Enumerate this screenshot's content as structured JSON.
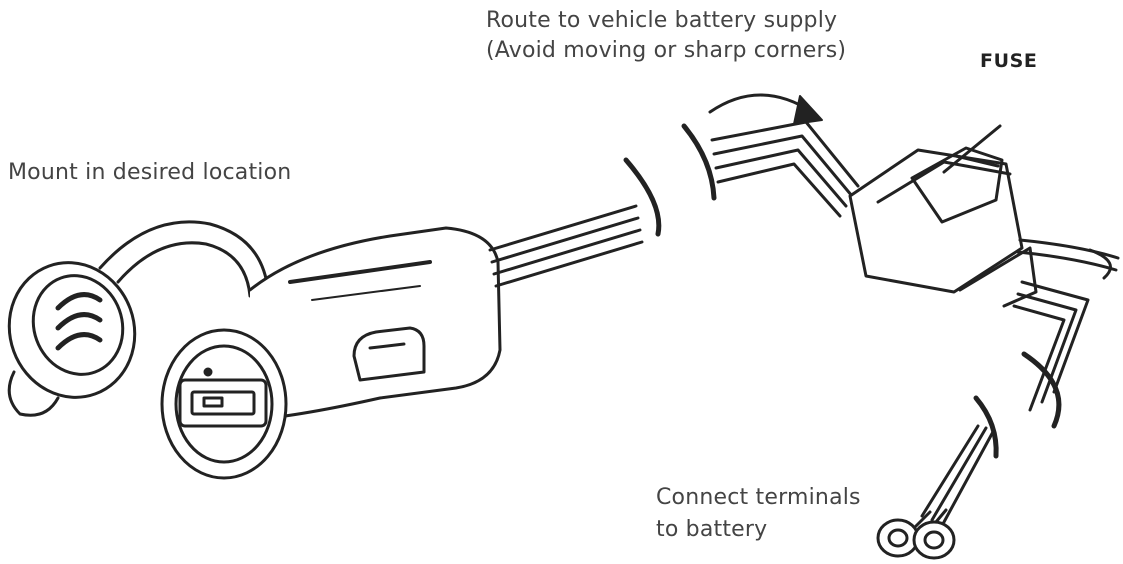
{
  "diagram": {
    "labels": {
      "mount": "Mount in desired location",
      "route_line1": "Route to vehicle battery supply",
      "route_line2": "(Avoid moving or sharp corners)",
      "fuse": "FUSE",
      "connect_line1": "Connect terminals",
      "connect_line2": "to battery"
    },
    "colors": {
      "ink": "#222222",
      "text": "#444444",
      "background": "#ffffff"
    },
    "components": [
      "usb-socket",
      "dust-cap",
      "cable",
      "fuse-holder",
      "ring-terminals"
    ]
  }
}
